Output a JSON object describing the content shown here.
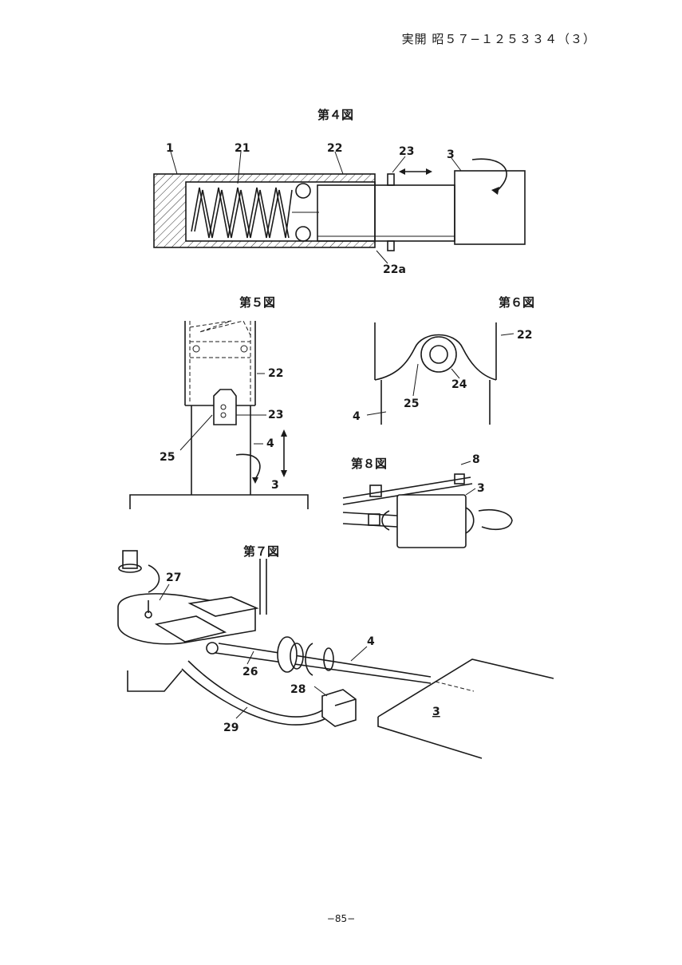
{
  "header": {
    "publication_number": "実開 昭５７−１２５３３４（３）"
  },
  "figures": {
    "fig4": {
      "caption": "第４図",
      "labels": {
        "l1": "1",
        "l21": "21",
        "l22": "22",
        "l23": "23",
        "l3": "3",
        "l22a": "22a"
      }
    },
    "fig5": {
      "caption": "第５図",
      "labels": {
        "l22": "22",
        "l23": "23",
        "l25": "25",
        "l4": "4",
        "l3": "3"
      }
    },
    "fig6": {
      "caption": "第６図",
      "labels": {
        "l22": "22",
        "l24": "24",
        "l25": "25",
        "l4": "4"
      }
    },
    "fig8": {
      "caption": "第８図",
      "labels": {
        "l8": "8",
        "l3": "3"
      }
    },
    "fig7": {
      "caption": "第７図",
      "labels": {
        "l27": "27",
        "l4": "4",
        "l26": "26",
        "l28": "28",
        "l29": "29",
        "l3": "3"
      }
    }
  },
  "footer": {
    "page_number": "−85−"
  }
}
